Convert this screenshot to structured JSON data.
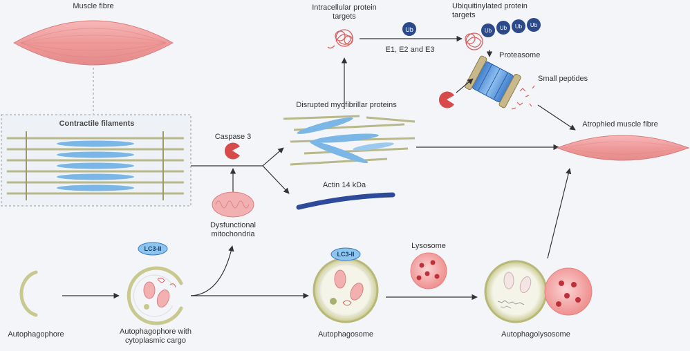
{
  "labels": {
    "muscle_fibre": "Muscle fibre",
    "contractile_filaments": "Contractile filaments",
    "caspase": "Caspase 3",
    "dysfunctional_mitochondria": "Dysfunctional mitochondria",
    "disrupted_proteins": "Disrupted myofibrillar proteins",
    "actin": "Actin 14 kDa",
    "intracellular_targets": "Intracellular protein targets",
    "enzymes": "E1, E2 and E3",
    "ubiquitinated_targets": "Ubiquitinylated protein targets",
    "proteasome": "Proteasome",
    "small_peptides": "Small peptides",
    "atrophied_fibre": "Atrophied muscle fibre",
    "autophagophore": "Autophagophore",
    "autophagophore_cargo": "Autophagophore with cytoplasmic cargo",
    "autophagosome": "Autophagosome",
    "lysosome": "Lysosome",
    "autophagolysosome": "Autophagolysosome",
    "lc3_a": "LC3-II",
    "lc3_b": "LC3-II",
    "ub": "Ub"
  },
  "colors": {
    "muscle": "#ef9a9a",
    "muscle_line": "#d97b7b",
    "filament_blue": "#7ab6e6",
    "filament_olive": "#b8b88a",
    "actin": "#2e4a9a",
    "ub": "#2c4a8a",
    "vesicle": "#c9c98f",
    "arrow": "#333333"
  }
}
